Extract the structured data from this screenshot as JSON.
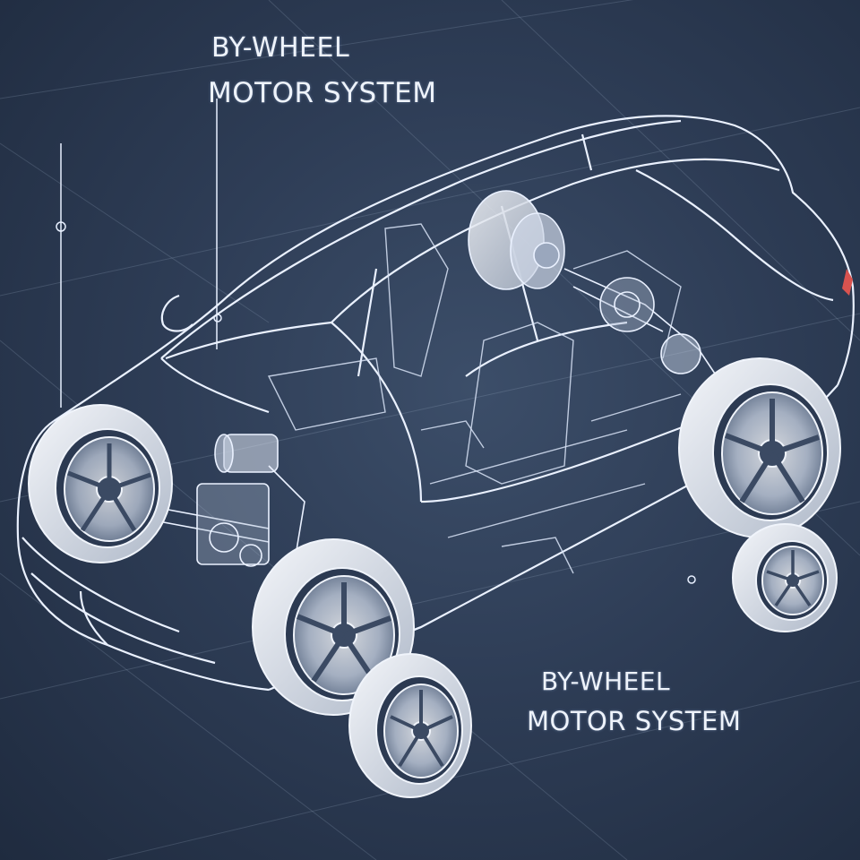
{
  "labels": {
    "top": {
      "line1": "BY-WHEEL",
      "line2": "MOTOR SYSTEM"
    },
    "bottom": {
      "line1": "BY-WHEEL",
      "line2": "MOTOR SYSTEM"
    }
  },
  "colors": {
    "background": "#2e3d56",
    "line": "#e8f0ff",
    "accent_taillight": "#d9534f"
  },
  "illustration": "transparent-car-blueprint-with-wheel-motors"
}
